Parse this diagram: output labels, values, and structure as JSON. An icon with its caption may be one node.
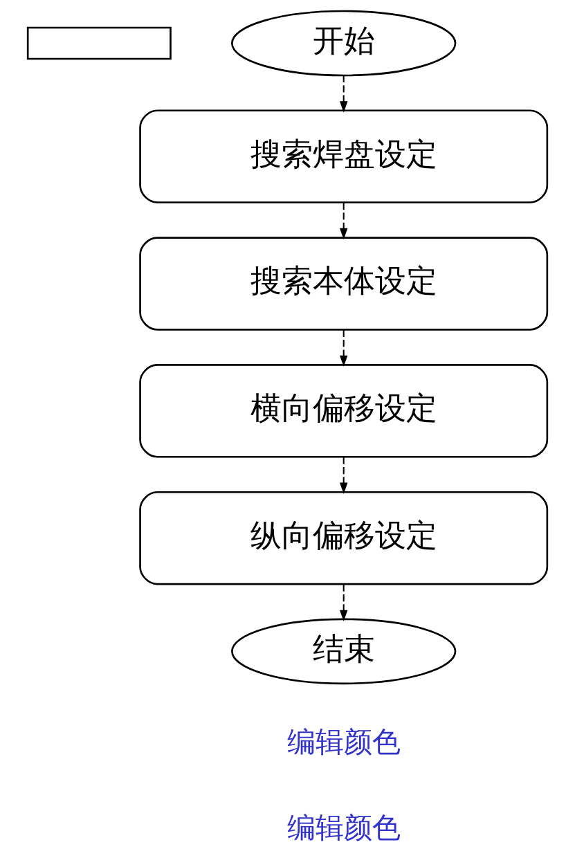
{
  "diagram": {
    "nodes": [
      {
        "text": [],
        "shape": "box"
      },
      {
        "text": [
          "开始"
        ]
      },
      {
        "text": [
          "搜索焊盘设定"
        ]
      },
      {
        "text": [
          "搜索本体设定"
        ]
      },
      {
        "text": [
          "横向偏移设定"
        ]
      },
      {
        "text": [
          "纵向偏移设定"
        ]
      },
      {
        "text": [
          "结束"
        ]
      }
    ],
    "edges": [
      {
        "from": 1,
        "to": 2,
        "arrow": "to",
        "style": "dashed"
      },
      {
        "from": 2,
        "to": 3,
        "arrow": "to",
        "style": "dashed"
      },
      {
        "from": 3,
        "to": 4,
        "arrow": "to",
        "style": "dashed"
      },
      {
        "from": 4,
        "to": 5,
        "arrow": "to",
        "style": "dashed"
      },
      {
        "from": 5,
        "to": 6,
        "arrow": "to",
        "style": "dashed"
      }
    ],
    "labels": [
      "编辑颜色",
      "编辑颜色"
    ]
  }
}
